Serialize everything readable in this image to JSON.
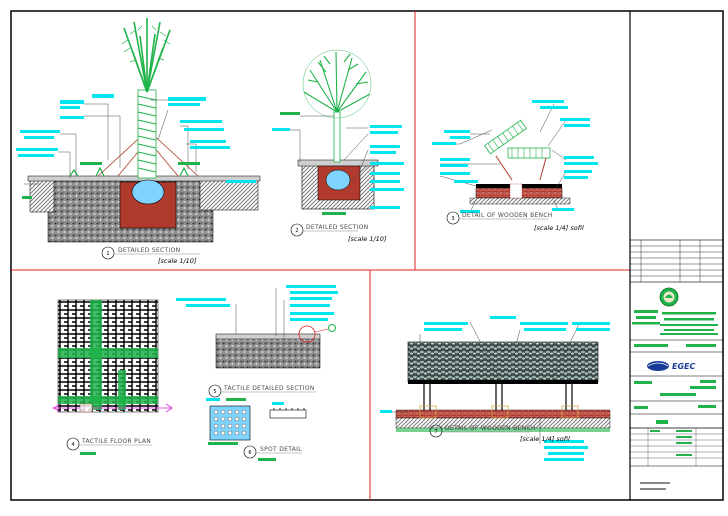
{
  "colors": {
    "frame": "#000000",
    "divider": "#e02020",
    "note": "#00e5ee",
    "plant": "#1fb34a",
    "soil": "#9a9a9a",
    "brick": "#b03a2e",
    "water": "#7fd4ff",
    "wood": "#d4a44c"
  },
  "details": [
    {
      "num": "1",
      "title": "DETAILED SECTION",
      "scale": "[scale 1/10]"
    },
    {
      "num": "2",
      "title": "DETAILED SECTION",
      "scale": "[scale 1/10]"
    },
    {
      "num": "3",
      "title": "DETAIL OF WOODEN BENCH",
      "scale": "[scale 1/4] sofil"
    },
    {
      "num": "4",
      "title": "TACTILE FLOOR PLAN",
      "scale": ""
    },
    {
      "num": "5",
      "title": "TACTILE DETAILED SECTION",
      "scale": ""
    },
    {
      "num": "6",
      "title": "SPOT DETAIL",
      "scale": ""
    },
    {
      "num": "7",
      "title": "DETAIL OF WOODEN BENCH",
      "scale": "[scale 1/4] sofil"
    }
  ],
  "title_block": {
    "company": "EGEC",
    "sheet_title": "SHEET"
  }
}
